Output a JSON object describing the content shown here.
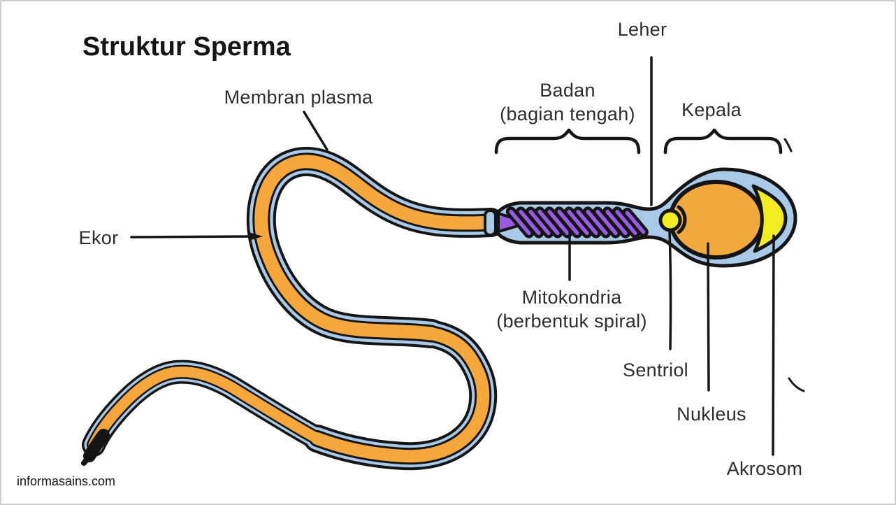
{
  "title": "Struktur Sperma",
  "watermark": "informasains.com",
  "labels": {
    "membran_plasma": "Membran plasma",
    "leher": "Leher",
    "badan_line1": "Badan",
    "badan_line2": "(bagian tengah)",
    "kepala": "Kepala",
    "ekor": "Ekor",
    "mitokondria_line1": "Mitokondria",
    "mitokondria_line2": "(berbentuk spiral)",
    "sentriol": "Sentriol",
    "nukleus": "Nukleus",
    "akrosom": "Akrosom"
  },
  "colors": {
    "outline": "#151515",
    "text": "#2d2d2d",
    "membrane": "#A8C9E8",
    "tail": "#F5A73C",
    "nucleus": "#F1A93C",
    "acrosome": "#F2EC20",
    "mitochondria": "#9A5BE4",
    "border": "#cccccc"
  }
}
